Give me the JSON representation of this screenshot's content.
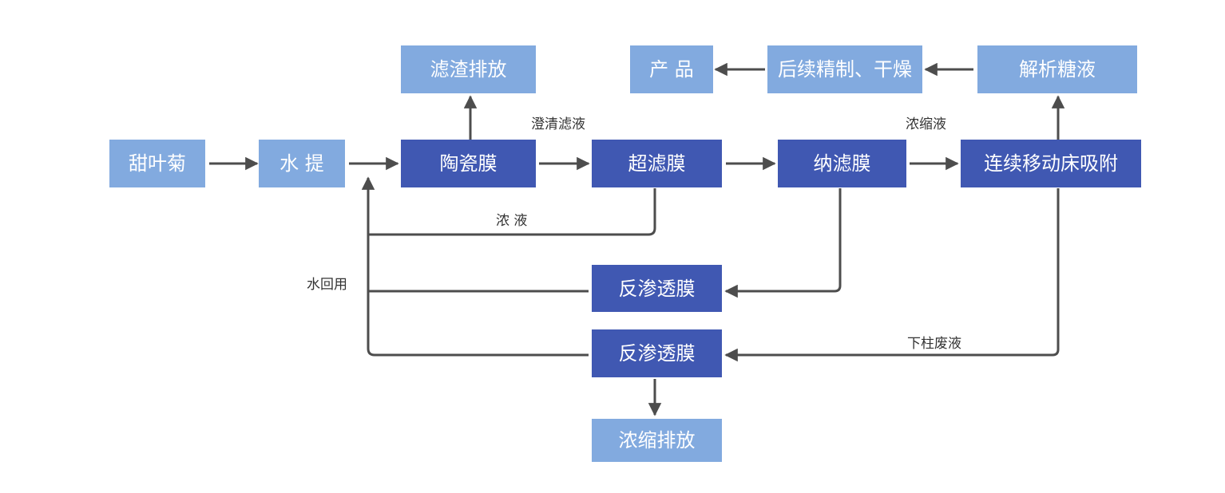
{
  "colors": {
    "light_box": "#82aadf",
    "dark_box": "#4058b2",
    "line": "#4d4d4d",
    "label_text": "#333333",
    "box_text": "#ffffff"
  },
  "boxes": {
    "stevia": "甜叶菊",
    "water_extraction": "水 提",
    "ceramic_membrane": "陶瓷膜",
    "ultrafiltration": "超滤膜",
    "nanofiltration": "纳滤膜",
    "adsorption": "连续移动床吸附",
    "residue_discharge": "滤渣排放",
    "product": "产 品",
    "refine_dry": "后续精制、干燥",
    "desorption_liquid": "解析糖液",
    "ro_membrane_1": "反渗透膜",
    "ro_membrane_2": "反渗透膜",
    "concentrate_discharge": "浓缩排放"
  },
  "labels": {
    "clarified_filtrate": "澄清滤液",
    "concentrate_1": "浓缩液",
    "concentrate_2": "浓 液",
    "water_reuse": "水回用",
    "column_waste": "下柱废液"
  },
  "edges": [
    {
      "from": "stevia",
      "to": "water_extraction"
    },
    {
      "from": "water_extraction",
      "to": "ceramic_membrane"
    },
    {
      "from": "ceramic_membrane",
      "to": "residue_discharge"
    },
    {
      "from": "ceramic_membrane",
      "to": "ultrafiltration",
      "label": "clarified_filtrate"
    },
    {
      "from": "ultrafiltration",
      "to": "nanofiltration"
    },
    {
      "from": "ultrafiltration",
      "to": "ceramic_membrane",
      "label": "concentrate_2"
    },
    {
      "from": "nanofiltration",
      "to": "adsorption",
      "label": "concentrate_1"
    },
    {
      "from": "nanofiltration",
      "to": "ro_membrane_1"
    },
    {
      "from": "adsorption",
      "to": "desorption_liquid"
    },
    {
      "from": "desorption_liquid",
      "to": "refine_dry"
    },
    {
      "from": "refine_dry",
      "to": "product"
    },
    {
      "from": "adsorption",
      "to": "ro_membrane_2",
      "label": "column_waste"
    },
    {
      "from": "ro_membrane_1",
      "to": "ceramic_membrane",
      "label": "water_reuse"
    },
    {
      "from": "ro_membrane_2",
      "to": "ceramic_membrane",
      "label": "water_reuse"
    },
    {
      "from": "ro_membrane_2",
      "to": "concentrate_discharge"
    }
  ]
}
